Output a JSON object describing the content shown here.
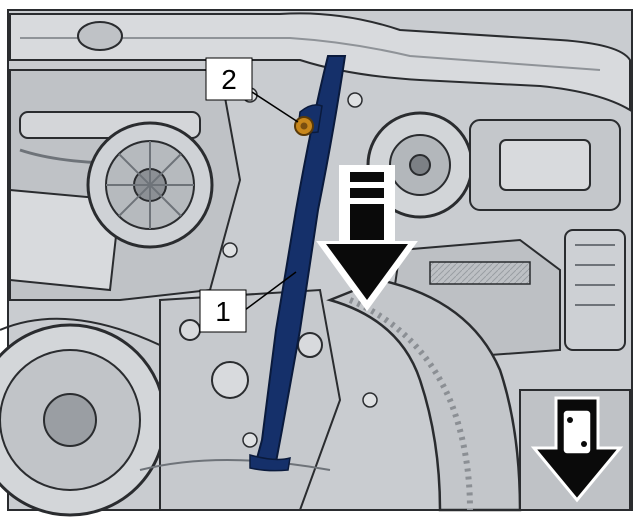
{
  "callouts": [
    {
      "label": "2",
      "points_to": "dipstick-tube-mounting-bolt"
    },
    {
      "label": "1",
      "points_to": "oil-dipstick-tube"
    }
  ],
  "colors": {
    "engine_light": "#d4d6d9",
    "engine_mid": "#a9adb2",
    "engine_dark": "#6e7379",
    "outline": "#2a2c2f",
    "highlight_part": "#15306a",
    "bolt": "#c8871c",
    "arrow": "#0a0a0a"
  },
  "icons": [
    "down-arrow-icon",
    "view-direction-icon"
  ]
}
